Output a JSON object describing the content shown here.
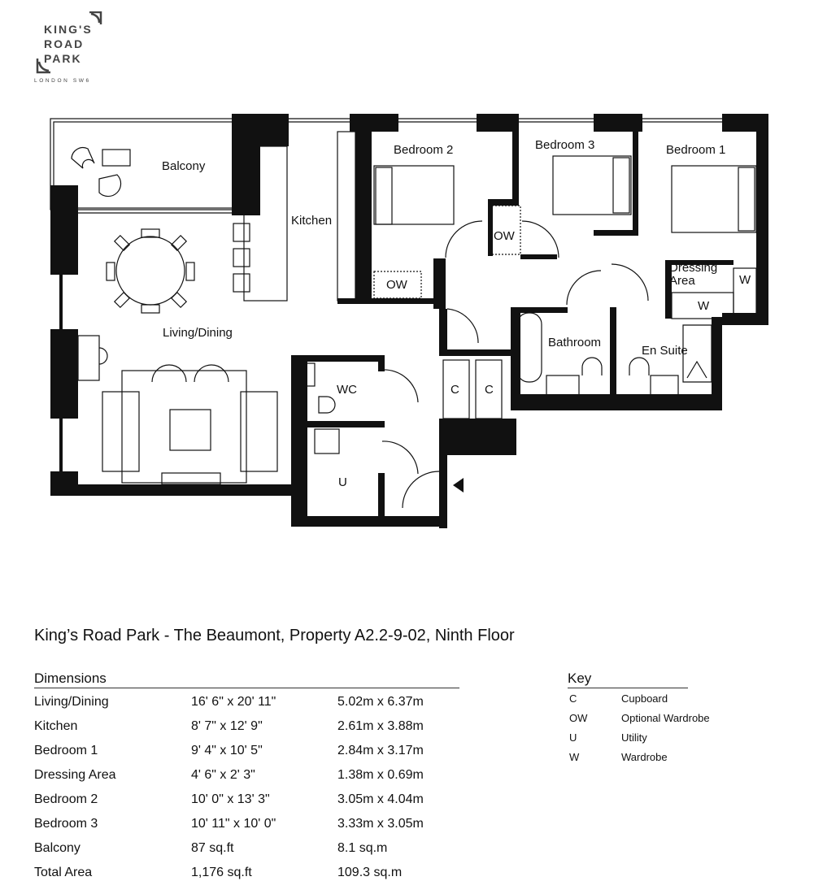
{
  "logo": {
    "line1": "KING'S",
    "line2": "ROAD",
    "line3": "PARK",
    "sub": "LONDON SW6"
  },
  "plan": {
    "rooms": {
      "balcony": "Balcony",
      "kitchen": "Kitchen",
      "living": "Living/Dining",
      "bedroom2": "Bedroom 2",
      "bedroom3": "Bedroom 3",
      "bedroom1": "Bedroom 1",
      "ow1": "OW",
      "ow2": "OW",
      "dressing1": "Dressing",
      "dressing2": "Area",
      "w1": "W",
      "w2": "W",
      "bathroom": "Bathroom",
      "ensuite": "En Suite",
      "wc": "WC",
      "utility": "U",
      "c1": "C",
      "c2": "C"
    }
  },
  "title": "King’s Road Park - The Beaumont, Property A2.2-9-02, Ninth Floor",
  "dimensions": {
    "heading": "Dimensions",
    "rows": [
      {
        "room": "Living/Dining",
        "imperial": "16' 6\" x 20' 11\"",
        "metric": "5.02m x 6.37m"
      },
      {
        "room": "Kitchen",
        "imperial": "8' 7\" x 12' 9\"",
        "metric": "2.61m x 3.88m"
      },
      {
        "room": "Bedroom 1",
        "imperial": "9' 4\" x 10' 5\"",
        "metric": "2.84m x 3.17m"
      },
      {
        "room": "Dressing Area",
        "imperial": "4' 6\" x 2' 3\"",
        "metric": "1.38m x 0.69m"
      },
      {
        "room": "Bedroom 2",
        "imperial": "10' 0\" x 13' 3\"",
        "metric": "3.05m x 4.04m"
      },
      {
        "room": "Bedroom 3",
        "imperial": "10' 11\" x 10' 0\"",
        "metric": "3.33m x 3.05m"
      },
      {
        "room": "Balcony",
        "imperial": "87 sq.ft",
        "metric": "8.1 sq.m"
      },
      {
        "room": "Total Area",
        "imperial": "1,176 sq.ft",
        "metric": "109.3 sq.m"
      }
    ]
  },
  "key": {
    "heading": "Key",
    "rows": [
      {
        "code": "C",
        "label": "Cupboard"
      },
      {
        "code": "OW",
        "label": "Optional Wardrobe"
      },
      {
        "code": "U",
        "label": "Utility"
      },
      {
        "code": "W",
        "label": "Wardrobe"
      }
    ]
  }
}
